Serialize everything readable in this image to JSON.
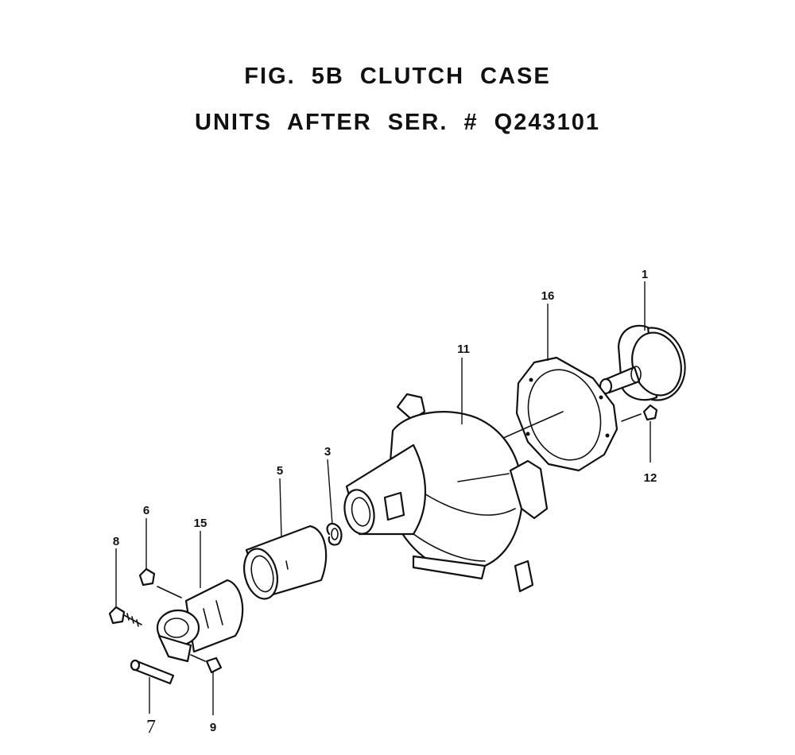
{
  "header": {
    "line1": "FIG.  5B   CLUTCH  CASE",
    "line2": "UNITS  AFTER  SER.  #   Q243101"
  },
  "callouts": {
    "p1": "1",
    "p3": "3",
    "p5": "5",
    "p6": "6",
    "p7": "7",
    "p8": "8",
    "p9": "9",
    "p11": "11",
    "p12": "12",
    "p15": "15",
    "p16": "16"
  },
  "colors": {
    "ink": "#111111",
    "paper": "#ffffff"
  }
}
